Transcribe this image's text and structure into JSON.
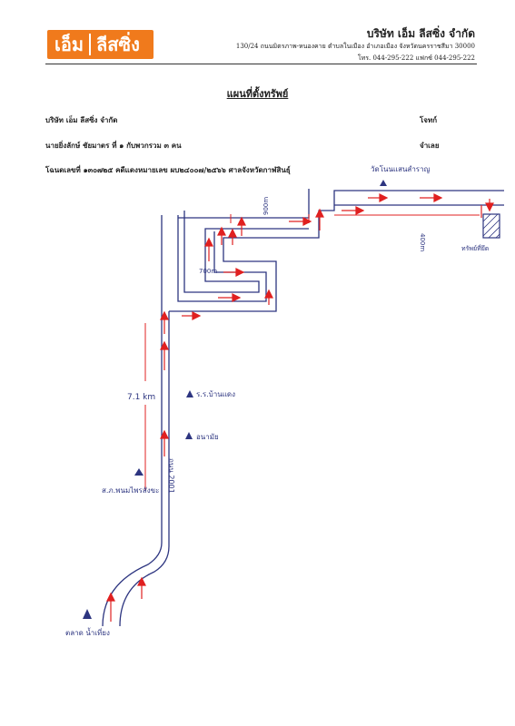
{
  "header": {
    "logo_word1": "เอ็ม",
    "logo_word2": "ลีสซิ่ง",
    "company_name": "บริษัท เอ็ม ลีสซิ่ง จำกัด",
    "address": "130/24 ถนนมิตรภาพ-หนองคาย ตำบลในเมือง อำเภอเมือง จังหวัดนครราชสีมา 30000",
    "phone": "โทร. 044-295-222   แฟกซ์ 044-295-222"
  },
  "document": {
    "title": "แผนที่ตั้งทรัพย์",
    "company_line": "บริษัท เอ็ม ลีสซิ่ง จำกัด",
    "plaintiff_label": "โจทก์",
    "defendant_line": "นายยิ่งลักษ์ ชัยมาตร ที่ ๑ กับพวกรวม ๓ คน",
    "defendant_label": "จำเลย",
    "deed_line": "โฉนดเลขที่ ๑๓๐๗๒๕ คดีแดงหมายเลข ผบ๒๔๐๐๗/๒๕๖๖ ศาลจังหวัดกาฬสินธุ์"
  },
  "map": {
    "temple_label": "วัดโนนแสนสำราญ",
    "property_label": "ทรัพย์ที่ยึด",
    "school_label": "ร.ร.บ้านแดง",
    "health_label": "อนามัย",
    "police_label": "ส.ภ.พนมไพรสังขะ",
    "start_label": "ตลาด น้ำเที่ยง",
    "road_label": "ถนน 2001",
    "dist_main": "7.1 km",
    "dist_a": "700m",
    "dist_b": "900m",
    "dist_c": "400m"
  },
  "colors": {
    "logo_bg": "#f07a1c",
    "road": "#2d3580",
    "arrow": "#e02020"
  }
}
